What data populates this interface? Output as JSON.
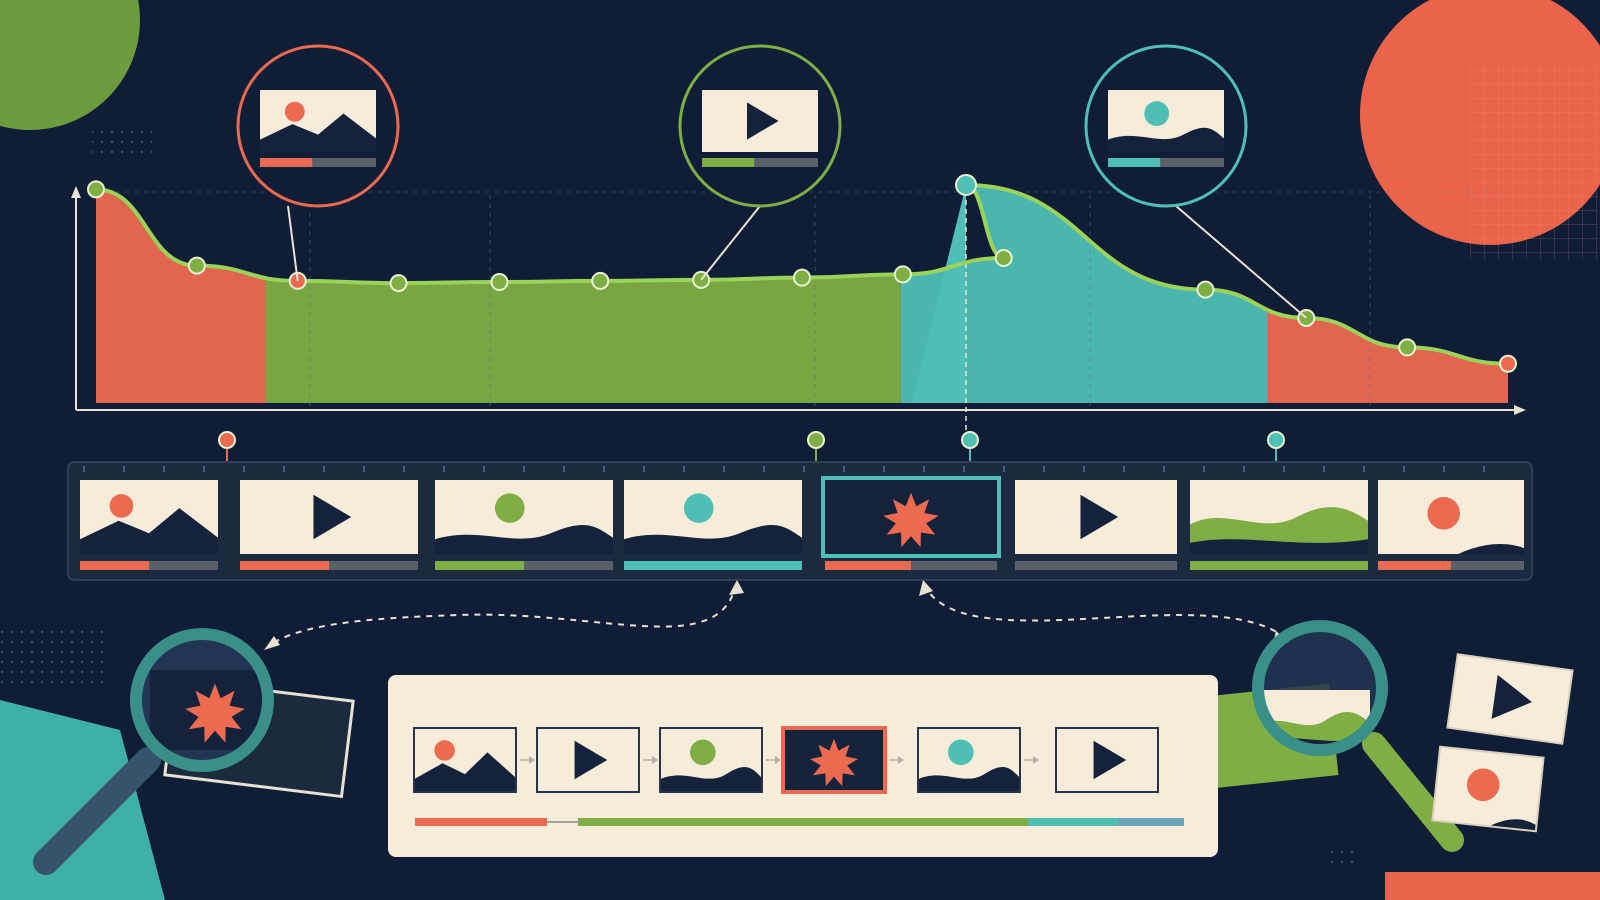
{
  "colors": {
    "background": "#0f1d36",
    "coral": "#ec6a4f",
    "green": "#7fae45",
    "teal": "#4fbfb5",
    "cream": "#f6ecd9",
    "navy": "#14223b",
    "gray": "#5a6068"
  },
  "curve": {
    "values": [
      0.98,
      0.63,
      0.56,
      0.55,
      0.555,
      0.56,
      0.565,
      0.575,
      0.59,
      0.665,
      1.0,
      0.52,
      0.39,
      0.255,
      0.18
    ],
    "peak_index": 10,
    "segments": [
      {
        "color": "coral",
        "range": [
          0,
          0.12
        ]
      },
      {
        "color": "green",
        "range": [
          0.12,
          0.57
        ]
      },
      {
        "color": "teal",
        "range": [
          0.57,
          0.83
        ]
      },
      {
        "color": "coral",
        "range": [
          0.83,
          1.0
        ]
      }
    ]
  },
  "callouts": [
    {
      "icon": "mountain-image-icon",
      "accent": "coral",
      "progress": 0.45
    },
    {
      "icon": "play-video-icon",
      "accent": "green",
      "progress": 0.45
    },
    {
      "icon": "hill-image-icon",
      "accent": "teal",
      "progress": 0.45
    }
  ],
  "filmstrip": {
    "selected_index": 4,
    "frames": [
      {
        "icon": "mountain-image-icon",
        "accent": "coral"
      },
      {
        "icon": "play-video-icon",
        "accent": "coral"
      },
      {
        "icon": "hill-image-icon",
        "accent": "green"
      },
      {
        "icon": "hill-image-icon",
        "accent": "teal"
      },
      {
        "icon": "burst-icon",
        "accent": "coral"
      },
      {
        "icon": "play-video-icon",
        "accent": "gray"
      },
      {
        "icon": "green-waves-icon",
        "accent": "green"
      },
      {
        "icon": "sun-image-icon",
        "accent": "coral"
      }
    ]
  },
  "summary": {
    "selected_index": 3,
    "frames": [
      {
        "icon": "mountain-image-icon"
      },
      {
        "icon": "play-video-icon"
      },
      {
        "icon": "hill-image-icon"
      },
      {
        "icon": "burst-icon"
      },
      {
        "icon": "hill-image-icon"
      },
      {
        "icon": "play-video-icon"
      }
    ]
  },
  "magnifiers": [
    {
      "icon": "magnifier-icon",
      "content": "burst-icon"
    },
    {
      "icon": "magnifier-icon",
      "content": "green-waves-icon"
    }
  ],
  "loose_cards": [
    {
      "icon": "play-video-icon"
    },
    {
      "icon": "sun-image-icon"
    }
  ]
}
